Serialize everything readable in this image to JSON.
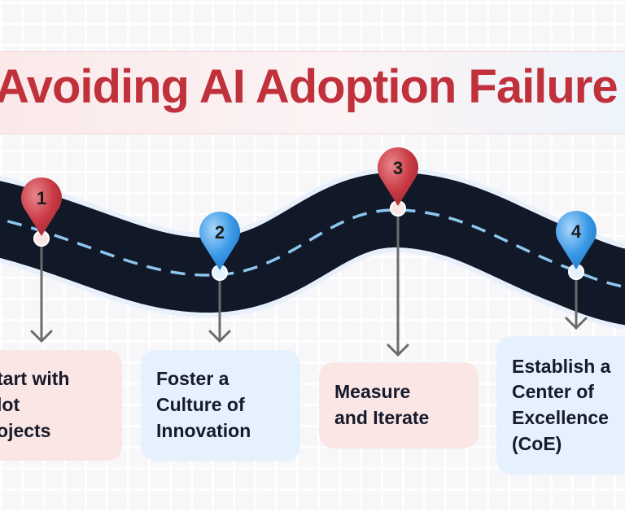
{
  "title": "Avoiding AI Adoption Failure",
  "steps": [
    {
      "number": "1",
      "lines": [
        "tart with",
        "lot",
        "ojects"
      ],
      "color": "#c93a44",
      "card": "pink"
    },
    {
      "number": "2",
      "lines": [
        "Foster a",
        "Culture of",
        "Innovation"
      ],
      "color": "#2d8fe0",
      "card": "blue"
    },
    {
      "number": "3",
      "lines": [
        "Measure",
        "and Iterate"
      ],
      "color": "#c93a44",
      "card": "pink"
    },
    {
      "number": "4",
      "lines": [
        "Establish a",
        "Center of",
        "Excellence",
        "(CoE)"
      ],
      "color": "#2d8fe0",
      "card": "blue"
    }
  ],
  "colors": {
    "road": "#111827",
    "road_dash": "#8ec6ef",
    "arrow": "#6b6b6b",
    "title": "#c0313c"
  }
}
